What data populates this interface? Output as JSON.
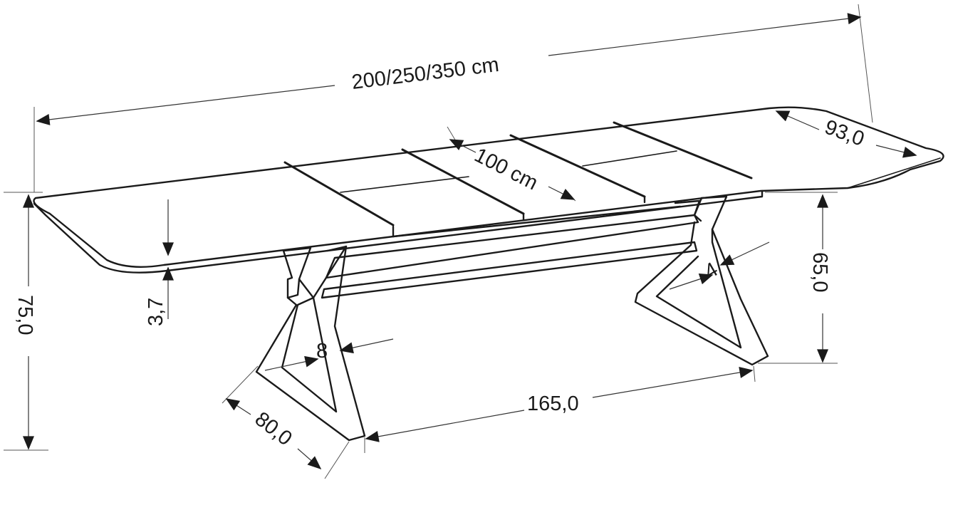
{
  "dimensions": {
    "overall_length": "200/250/350 cm",
    "extension_leaf": "100 cm",
    "top_depth": "93,0",
    "total_height": "75,0",
    "top_thickness": "3,7",
    "leg_height": "65,0",
    "leg_profile_width": "8",
    "leg_thickness": "4",
    "leg_spacing": "165,0",
    "leg_base_depth": "80,0"
  },
  "colors": {
    "line": "#1a1a1a",
    "background": "#ffffff"
  }
}
